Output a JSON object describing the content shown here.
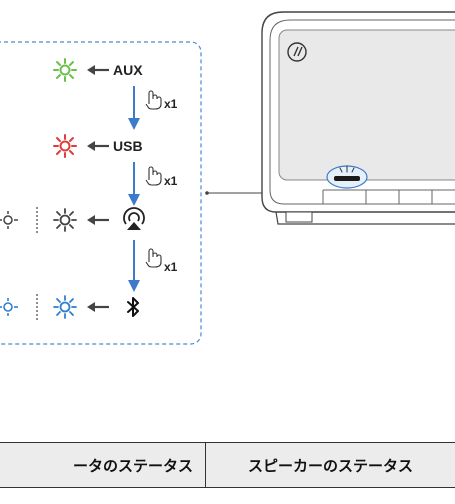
{
  "modes": [
    {
      "label": "AUX",
      "led_color": "#6cc04a"
    },
    {
      "label": "USB",
      "led_color": "#e23b3b"
    },
    {
      "label": "",
      "led_color": "#444444"
    },
    {
      "label": "",
      "led_color": "#2f7fd1"
    }
  ],
  "press_labels": [
    "x1",
    "x1",
    "x1"
  ],
  "table": {
    "left_header": "ータのステータス",
    "right_header": "スピーカーのステータス"
  },
  "colors": {
    "flow_arrow": "#3d7ac9",
    "dashed_border": "#4a8ad4",
    "left_arrow": "#444444",
    "device_outline": "#444444",
    "device_screen": "#e9e9e9"
  }
}
